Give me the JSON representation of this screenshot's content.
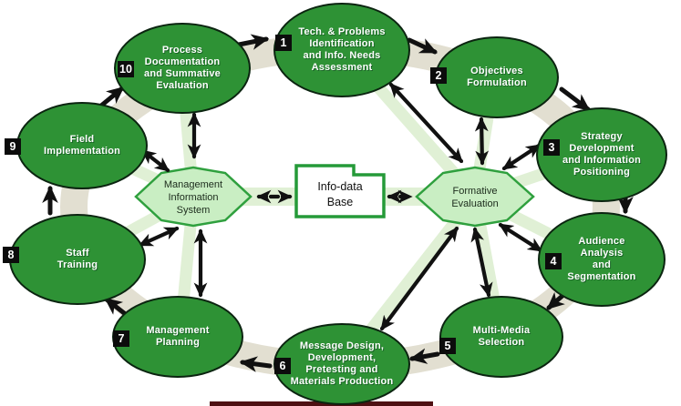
{
  "diagram_title": "IEC planning cycle diagram",
  "colors": {
    "node_fill": "#2e9235",
    "node_border": "#0b2410",
    "node_text": "#ffffff",
    "badge_bg": "#0c0c0c",
    "badge_text": "#ffffff",
    "hub_fill": "#c9eec3",
    "hub_border": "#2fa03e",
    "folder_fill": "#ffffff",
    "folder_border": "#259a38",
    "ring_band": "#e2dfd1",
    "spoke_band": "#e0f0d5",
    "arrow": "#111111"
  },
  "nodes": [
    {
      "number": "1",
      "label": "Tech. & Problems\nIdentification\nand Info. Needs\nAssessment"
    },
    {
      "number": "2",
      "label": "Objectives\nFormulation"
    },
    {
      "number": "3",
      "label": "Strategy\nDevelopment\nand Information\nPositioning"
    },
    {
      "number": "4",
      "label": "Audience\nAnalysis\nand\nSegmentation"
    },
    {
      "number": "5",
      "label": "Multi-Media\nSelection"
    },
    {
      "number": "6",
      "label": "Message Design,\nDevelopment,\nPretesting and\nMaterials Production"
    },
    {
      "number": "7",
      "label": "Management\nPlanning"
    },
    {
      "number": "8",
      "label": "Staff\nTraining"
    },
    {
      "number": "9",
      "label": "Field\nImplementation"
    },
    {
      "number": "10",
      "label": "Process\nDocumentation\nand Summative\nEvaluation"
    }
  ],
  "hubs": {
    "mis": {
      "label": "Management\nInformation\nSystem"
    },
    "infodata": {
      "label": "Info-data\nBase"
    },
    "formative": {
      "label": "Formative\nEvaluation"
    }
  }
}
